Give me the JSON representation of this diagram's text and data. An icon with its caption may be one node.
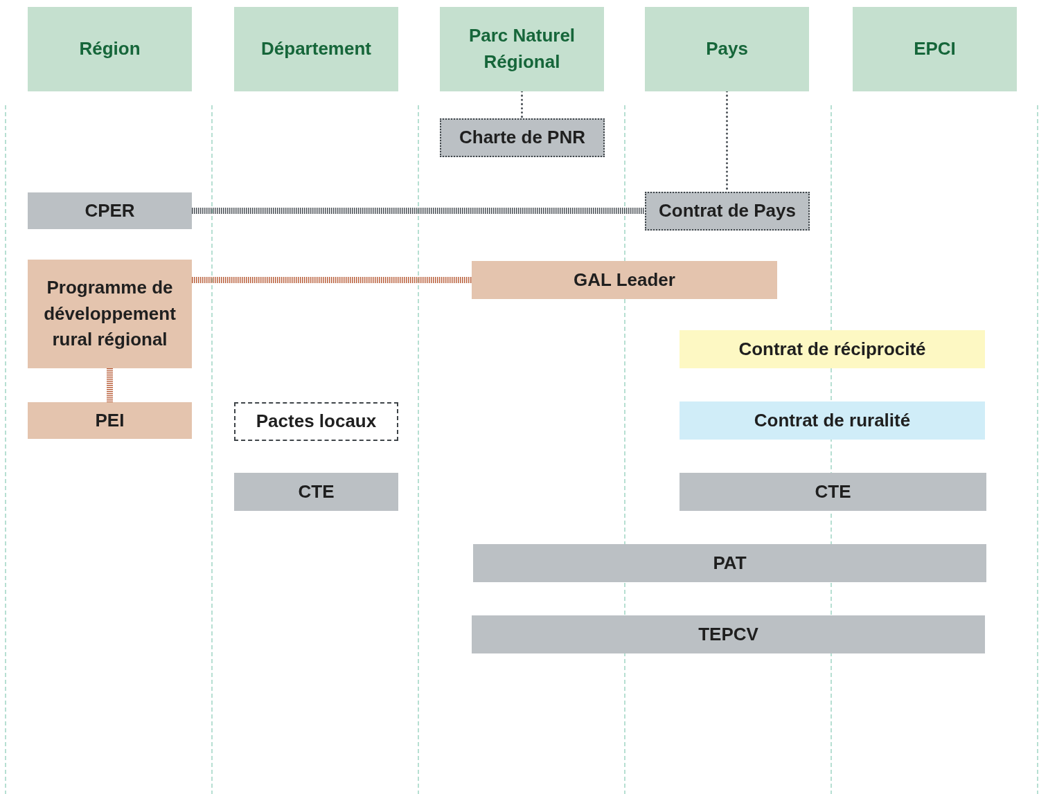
{
  "diagram": {
    "nodes": [
      {
        "text": [
          "Région"
        ]
      },
      {
        "text": [
          "Département"
        ]
      },
      {
        "text": [
          "Parc Naturel Régional"
        ]
      },
      {
        "text": [
          "Pays"
        ]
      },
      {
        "text": [
          "EPCI"
        ]
      },
      {
        "text": [
          "Charte de PNR"
        ]
      },
      {
        "text": [
          "CPER"
        ]
      },
      {
        "text": [
          "Contrat de Pays"
        ]
      },
      {
        "text": [
          "Programme de développement rural régional"
        ]
      },
      {
        "text": [
          "GAL Leader"
        ]
      },
      {
        "text": [
          "Contrat de réciprocité"
        ]
      },
      {
        "text": [
          "PEI"
        ]
      },
      {
        "text": [
          "Pactes locaux"
        ]
      },
      {
        "text": [
          "Contrat de ruralité"
        ]
      },
      {
        "text": [
          "CTE"
        ]
      },
      {
        "text": [
          "CTE"
        ]
      },
      {
        "text": [
          "PAT"
        ]
      },
      {
        "text": [
          "TEPCV"
        ]
      }
    ],
    "edges": [
      {
        "from": 2,
        "to": 5,
        "arrow": "none",
        "style": "dashed"
      },
      {
        "from": 3,
        "to": 7,
        "arrow": "none",
        "style": "dashed"
      },
      {
        "from": 6,
        "to": 7,
        "arrow": "none",
        "style": "dashed"
      },
      {
        "from": 8,
        "to": 9,
        "arrow": "none",
        "style": "dashed",
        "color": "#b9603c"
      },
      {
        "from": 8,
        "to": 11,
        "arrow": "none",
        "style": "dashed",
        "color": "#b9603c"
      }
    ]
  }
}
